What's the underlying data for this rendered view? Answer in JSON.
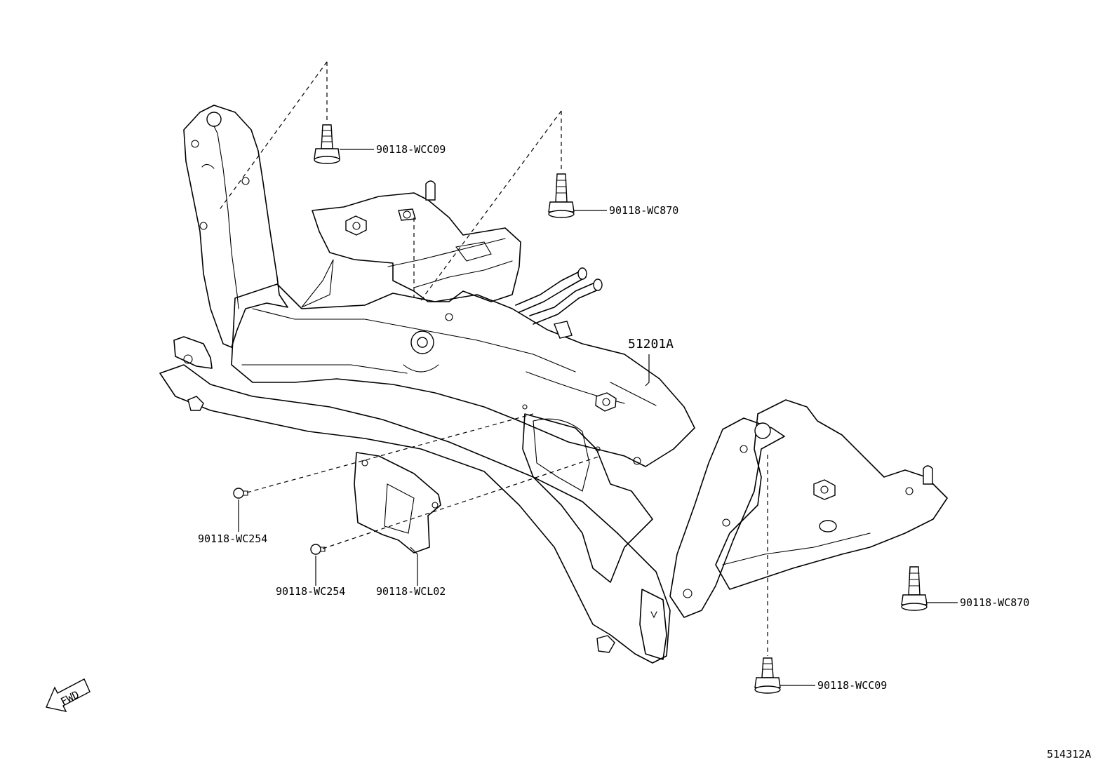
{
  "parts": {
    "crossmember": "51201A",
    "bolt_top_left": "90118-WCC09",
    "bolt_top_right": "90118-WC870",
    "bolt_right": "90118-WC870",
    "bolt_bottom_right": "90118-WCC09",
    "screw_left": "90118-WC254",
    "screw_mid": "90118-WC254",
    "cover": "90118-WCL02"
  },
  "direction_arrow": "FWD",
  "diagram_id": "514312A"
}
